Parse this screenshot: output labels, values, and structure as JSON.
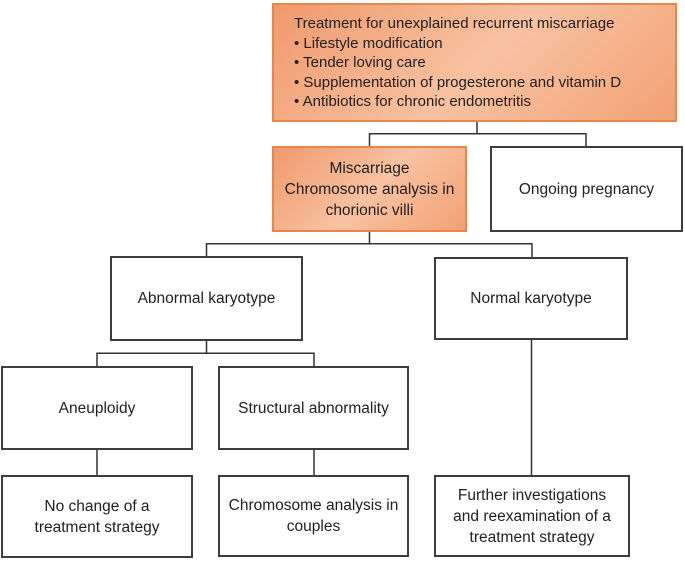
{
  "figure": {
    "nodes": {
      "treatment": {
        "lines": [
          "Treatment for unexplained recurrent miscarriage",
          "• Lifestyle modification",
          "• Tender loving care",
          "• Supplementation of progesterone and vitamin D",
          "• Antibiotics for chronic endometritis"
        ]
      },
      "miscarriage": {
        "lines": [
          "Miscarriage",
          "Chromosome analysis in",
          "chorionic villi"
        ]
      },
      "ongoing": {
        "lines": [
          "Ongoing pregnancy"
        ]
      },
      "abnormal": {
        "lines": [
          "Abnormal karyotype"
        ]
      },
      "normal": {
        "lines": [
          "Normal karyotype"
        ]
      },
      "aneuploidy": {
        "lines": [
          "Aneuploidy"
        ]
      },
      "structural": {
        "lines": [
          "Structural abnormality"
        ]
      },
      "no_change": {
        "lines": [
          "No change of a",
          "treatment strategy"
        ]
      },
      "couples": {
        "lines": [
          "Chromosome analysis in",
          "couples"
        ]
      },
      "further": {
        "lines": [
          "Further investigations",
          "and reexamination of a",
          "treatment strategy"
        ]
      }
    }
  },
  "colors": {
    "background": "#ffffff",
    "text": "#242021",
    "line": "#333333",
    "box_border": "#3d3d3d",
    "highlight_border": "#e8864e",
    "highlight_grad_start": "#f09a6c",
    "highlight_grad_mid": "#f8c2a2",
    "highlight_grad_end": "#f2a173"
  }
}
